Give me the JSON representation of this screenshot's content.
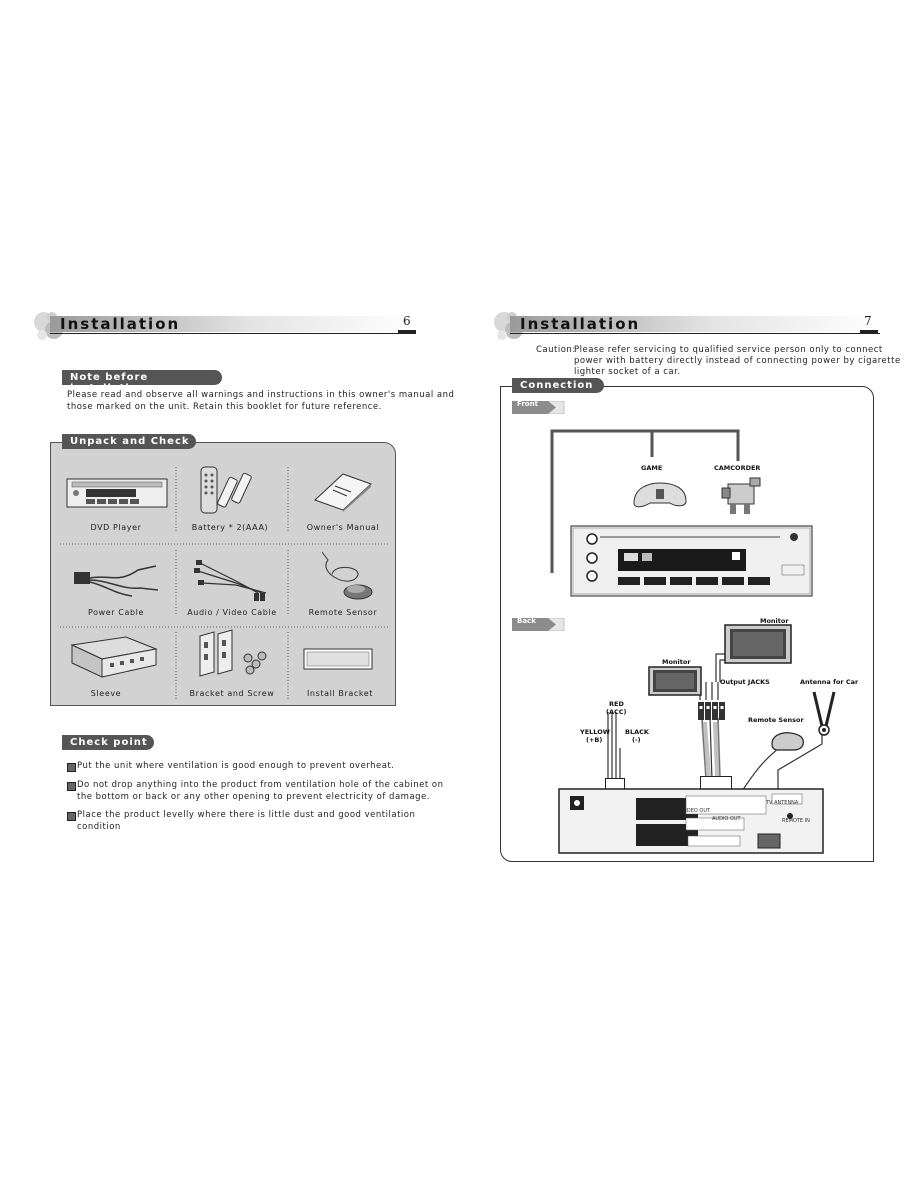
{
  "left_page": {
    "title": "Installation",
    "page_number": "6",
    "note_section": {
      "label": "Note before installation",
      "text_lines": [
        "Please read and observe all warnings and instructions in this owner's manual and",
        "those marked on the unit. Retain this booklet for future reference."
      ]
    },
    "unpack_section": {
      "label": "Unpack and Check",
      "items": [
        {
          "caption": "DVD Player",
          "icon": "dvd-player-icon"
        },
        {
          "caption": "Battery  *  2(AAA)",
          "icon": "remote-battery-icon"
        },
        {
          "caption": "Owner's Manual",
          "icon": "manual-icon"
        },
        {
          "caption": "Power Cable",
          "icon": "power-cable-icon"
        },
        {
          "caption": "Audio / Video Cable",
          "icon": "av-cable-icon"
        },
        {
          "caption": "Remote Sensor",
          "icon": "remote-sensor-icon"
        },
        {
          "caption": "Sleeve",
          "icon": "sleeve-icon"
        },
        {
          "caption": "Bracket and Screw",
          "icon": "bracket-screw-icon"
        },
        {
          "caption": "Install Bracket",
          "icon": "install-bracket-icon"
        }
      ]
    },
    "check_section": {
      "label": "Check point",
      "points": [
        [
          "Put the unit where ventilation is good enough to  prevent overheat."
        ],
        [
          "Do not drop anything into the product from ventilation hole of the cabinet on",
          "the bottom or back or any other opening to prevent electricity of damage."
        ],
        [
          "Place the product levelly where there is little dust and good ventilation",
          "condition"
        ]
      ]
    }
  },
  "right_page": {
    "title": "Installation",
    "page_number": "7",
    "caution_label": "Caution:",
    "caution_lines": [
      "Please refer servicing to qualified service person only to connect",
      "power with battery directly instead of connecting power by cigarette",
      "lighter socket of a car."
    ],
    "connection": {
      "label": "Connection",
      "front_tag": "Front",
      "back_tag": "Back",
      "front_labels": {
        "game": "GAME",
        "camcorder": "CAMCORDER"
      },
      "back_labels": {
        "monitor_top": "Monitor",
        "monitor_left": "Monitor",
        "output_jacks": "Output JACKS",
        "antenna": "Antenna for Car",
        "red": "RED",
        "acc": "(ACC)",
        "yellow": "YELLOW",
        "b_plus": "(+B)",
        "black": "BLACK",
        "minus": "(-)",
        "remote_sensor": "Remote Sensor",
        "tv_antenna": "TV ANTENNA",
        "remote_in": "REMOTE IN",
        "video_out": "VIDEO OUT",
        "audio_out": "AUDIO OUT"
      }
    }
  }
}
